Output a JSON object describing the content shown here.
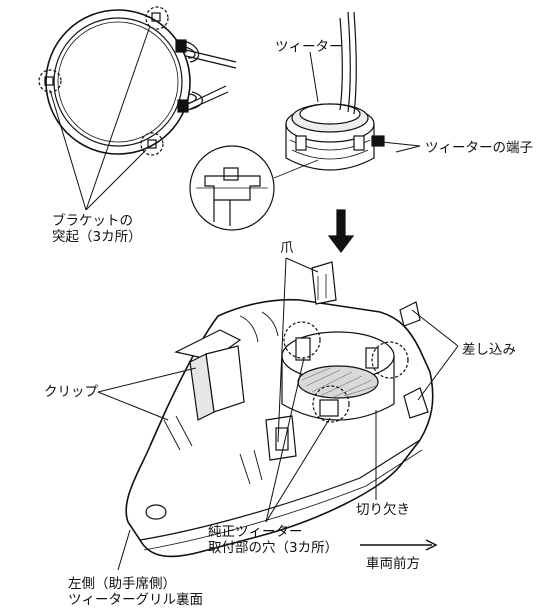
{
  "labels": {
    "tweeter": "ツィーター",
    "tweeter_terminal": "ツィーターの端子",
    "bracket_line1": "ブラケットの",
    "bracket_line2": "突起（3カ所）",
    "claw": "爪",
    "insert": "差し込み",
    "clip": "クリップ",
    "notch": "切り欠き",
    "oem_hole_line1": "純正ツィーター",
    "oem_hole_line2": "取付部の穴（3カ所）",
    "vehicle_front": "車両前方",
    "grill_line1": "左側（助手席側）",
    "grill_line2": "ツィーターグリル裏面"
  },
  "colors": {
    "line": "#111111",
    "fill": "#ffffff",
    "shade": "#d9d9d9",
    "dark": "#222222"
  }
}
